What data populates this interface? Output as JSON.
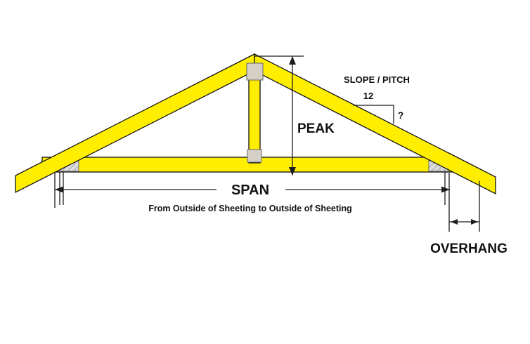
{
  "diagram": {
    "title": "Roof truss dimension diagram",
    "labels": {
      "peak": "PEAK",
      "span": "SPAN",
      "span_note": "From Outside of Sheeting to Outside of Sheeting",
      "slope_pitch": "SLOPE / PITCH",
      "pitch_run": "12",
      "pitch_rise": "?",
      "overhang": "OVERHANG"
    },
    "colors": {
      "truss_fill": "#ffee00",
      "outline": "#111111",
      "plate_fill": "#dcdcdc",
      "block_fill": "#d4d0c6",
      "dimension": "#1c1c1c"
    }
  }
}
